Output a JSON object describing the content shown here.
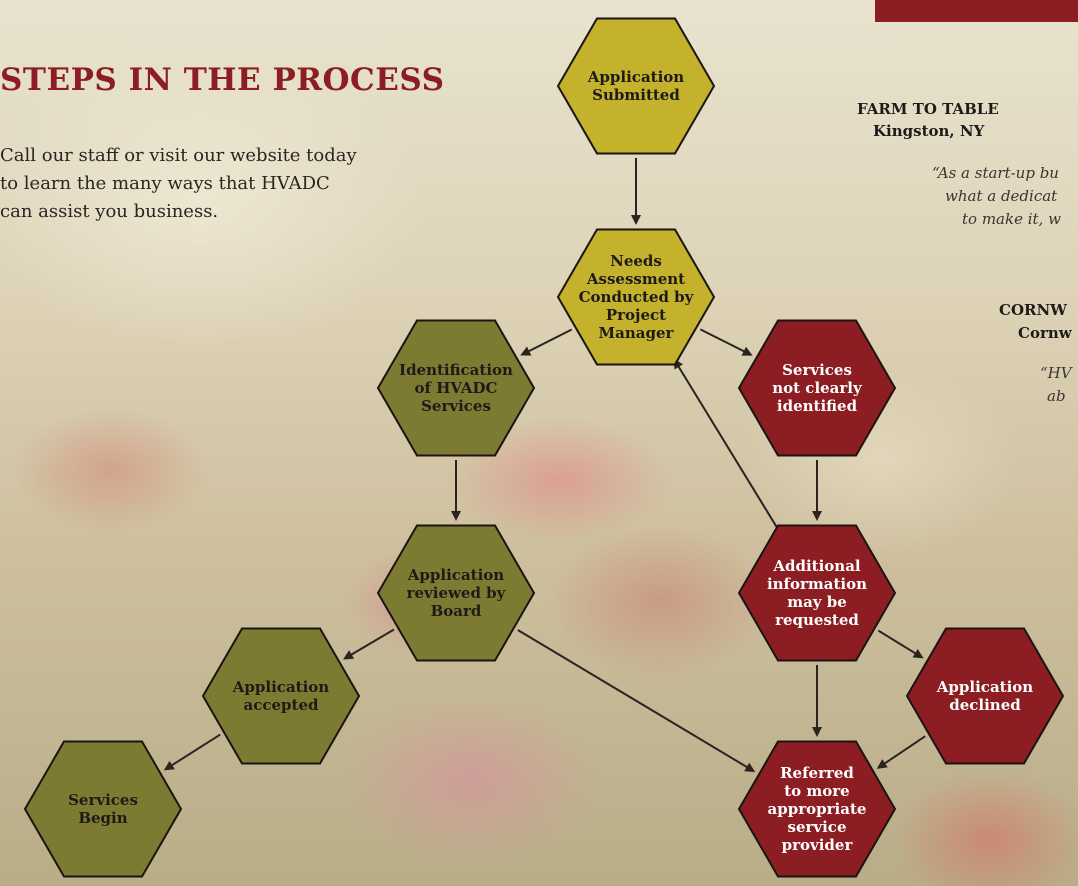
{
  "header": {
    "title": "STEPS IN THE PROCESS",
    "intro_lines": [
      "Call our staff or visit our website today",
      "to learn the many ways that HVADC",
      "can assist you business."
    ]
  },
  "sidebar": {
    "heading1_line1": "FARM TO TABLE",
    "heading1_line2": "Kingston, NY",
    "quote1_line1": "“As a start-up bu",
    "quote1_line2": "what a dedicat",
    "quote1_line3": "to make it, w",
    "heading2_line1": "CORNW",
    "heading2_line2": "Cornw",
    "quote2_line1": "“HV",
    "quote2_line2": "ab"
  },
  "colors": {
    "gold": "#c4b12c",
    "olive": "#7d7b32",
    "maroon": "#8c1d22",
    "title": "#8c1d22"
  },
  "nodes": [
    {
      "id": "application-submitted",
      "lines": [
        "Application",
        "Submitted"
      ],
      "color": "gold"
    },
    {
      "id": "needs-assessment",
      "lines": [
        "Needs",
        "Assessment",
        "Conducted by",
        "Project",
        "Manager"
      ],
      "color": "gold"
    },
    {
      "id": "identification-services",
      "lines": [
        "Identification",
        "of HVADC",
        "Services"
      ],
      "color": "olive"
    },
    {
      "id": "services-not-identified",
      "lines": [
        "Services",
        "not clearly",
        "identified"
      ],
      "color": "maroon"
    },
    {
      "id": "application-reviewed",
      "lines": [
        "Application",
        "reviewed by",
        "Board"
      ],
      "color": "olive"
    },
    {
      "id": "additional-info",
      "lines": [
        "Additional",
        "information",
        "may be",
        "requested"
      ],
      "color": "maroon"
    },
    {
      "id": "application-accepted",
      "lines": [
        "Application",
        "accepted"
      ],
      "color": "olive"
    },
    {
      "id": "application-declined",
      "lines": [
        "Application",
        "declined"
      ],
      "color": "maroon"
    },
    {
      "id": "services-begin",
      "lines": [
        "Services",
        "Begin"
      ],
      "color": "olive"
    },
    {
      "id": "referred",
      "lines": [
        "Referred",
        "to more",
        "appropriate",
        "service",
        "provider"
      ],
      "color": "maroon"
    }
  ],
  "edges": [
    [
      "application-submitted",
      "needs-assessment"
    ],
    [
      "needs-assessment",
      "identification-services"
    ],
    [
      "needs-assessment",
      "services-not-identified"
    ],
    [
      "identification-services",
      "application-reviewed"
    ],
    [
      "services-not-identified",
      "additional-info"
    ],
    [
      "additional-info",
      "needs-assessment"
    ],
    [
      "additional-info",
      "application-declined"
    ],
    [
      "additional-info",
      "referred"
    ],
    [
      "application-reviewed",
      "application-accepted"
    ],
    [
      "application-reviewed",
      "referred"
    ],
    [
      "application-accepted",
      "services-begin"
    ],
    [
      "application-declined",
      "referred"
    ]
  ]
}
